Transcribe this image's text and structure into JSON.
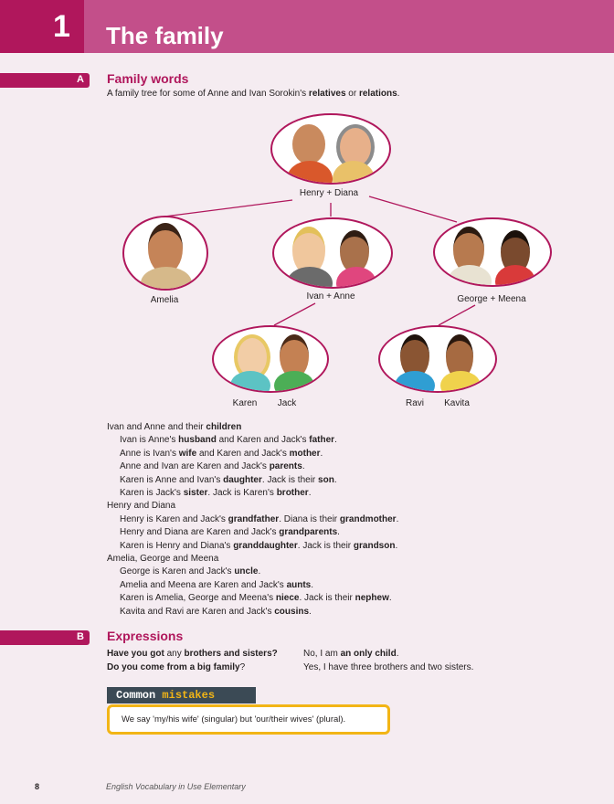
{
  "header": {
    "unit_number": "1",
    "title": "The family"
  },
  "section_a": {
    "letter": "A",
    "title": "Family words",
    "intro_parts": [
      "A family tree for some of Anne and Ivan Sorokin's ",
      "relatives",
      " or ",
      "relations",
      "."
    ]
  },
  "tree": {
    "grandparents": "Henry + Diana",
    "amelia": "Amelia",
    "ivan_anne": "Ivan + Anne",
    "george_meena": "George + Meena",
    "karen": "Karen",
    "jack": "Jack",
    "ravi": "Ravi",
    "kavita": "Kavita"
  },
  "family_lines": [
    {
      "indent": false,
      "parts": [
        [
          "Ivan and Anne and their ",
          false
        ],
        [
          "children",
          true
        ]
      ]
    },
    {
      "indent": true,
      "parts": [
        [
          "Ivan is Anne's ",
          false
        ],
        [
          "husband",
          true
        ],
        [
          " and Karen and Jack's ",
          false
        ],
        [
          "father",
          true
        ],
        [
          ".",
          false
        ]
      ]
    },
    {
      "indent": true,
      "parts": [
        [
          "Anne is Ivan's ",
          false
        ],
        [
          "wife",
          true
        ],
        [
          " and Karen and Jack's ",
          false
        ],
        [
          "mother",
          true
        ],
        [
          ".",
          false
        ]
      ]
    },
    {
      "indent": true,
      "parts": [
        [
          "Anne and Ivan are Karen and Jack's ",
          false
        ],
        [
          "parents",
          true
        ],
        [
          ".",
          false
        ]
      ]
    },
    {
      "indent": true,
      "parts": [
        [
          "Karen is Anne and Ivan's ",
          false
        ],
        [
          "daughter",
          true
        ],
        [
          ". Jack is their ",
          false
        ],
        [
          "son",
          true
        ],
        [
          ".",
          false
        ]
      ]
    },
    {
      "indent": true,
      "parts": [
        [
          "Karen is Jack's ",
          false
        ],
        [
          "sister",
          true
        ],
        [
          ". Jack is Karen's ",
          false
        ],
        [
          "brother",
          true
        ],
        [
          ".",
          false
        ]
      ]
    },
    {
      "indent": false,
      "parts": [
        [
          "Henry and Diana",
          false
        ]
      ]
    },
    {
      "indent": true,
      "parts": [
        [
          "Henry is Karen and Jack's ",
          false
        ],
        [
          "grandfather",
          true
        ],
        [
          ". Diana is their ",
          false
        ],
        [
          "grandmother",
          true
        ],
        [
          ".",
          false
        ]
      ]
    },
    {
      "indent": true,
      "parts": [
        [
          "Henry and Diana are Karen and Jack's ",
          false
        ],
        [
          "grandparents",
          true
        ],
        [
          ".",
          false
        ]
      ]
    },
    {
      "indent": true,
      "parts": [
        [
          "Karen is Henry and Diana's ",
          false
        ],
        [
          "granddaughter",
          true
        ],
        [
          ". Jack is their ",
          false
        ],
        [
          "grandson",
          true
        ],
        [
          ".",
          false
        ]
      ]
    },
    {
      "indent": false,
      "parts": [
        [
          "Amelia, George and Meena",
          false
        ]
      ]
    },
    {
      "indent": true,
      "parts": [
        [
          "George is Karen and Jack's ",
          false
        ],
        [
          "uncle",
          true
        ],
        [
          ".",
          false
        ]
      ]
    },
    {
      "indent": true,
      "parts": [
        [
          "Amelia and Meena are Karen and Jack's ",
          false
        ],
        [
          "aunts",
          true
        ],
        [
          ".",
          false
        ]
      ]
    },
    {
      "indent": true,
      "parts": [
        [
          "Karen is Amelia, George and Meena's ",
          false
        ],
        [
          "niece",
          true
        ],
        [
          ". Jack is their ",
          false
        ],
        [
          "nephew",
          true
        ],
        [
          ".",
          false
        ]
      ]
    },
    {
      "indent": true,
      "parts": [
        [
          "Kavita and Ravi are Karen and Jack's ",
          false
        ],
        [
          "cousins",
          true
        ],
        [
          ".",
          false
        ]
      ]
    }
  ],
  "section_b": {
    "letter": "B",
    "title": "Expressions",
    "q1_parts": [
      [
        "Have you got ",
        true
      ],
      [
        "any",
        false
      ],
      [
        " brothers and sisters?",
        true
      ]
    ],
    "a1_parts": [
      [
        "No, I am ",
        false
      ],
      [
        "an only child",
        true
      ],
      [
        ".",
        false
      ]
    ],
    "q2_parts": [
      [
        "Do you come from a big family",
        true
      ],
      [
        "?",
        false
      ]
    ],
    "a2": "Yes, I have three brothers and two sisters."
  },
  "common_mistakes": {
    "heading_word": "Common",
    "heading_word2": "mistakes",
    "text": "We say 'my/his wife' (singular) but 'our/their wives' (plural)."
  },
  "footer": {
    "page_number": "8",
    "book_title": "English Vocabulary in Use Elementary"
  }
}
